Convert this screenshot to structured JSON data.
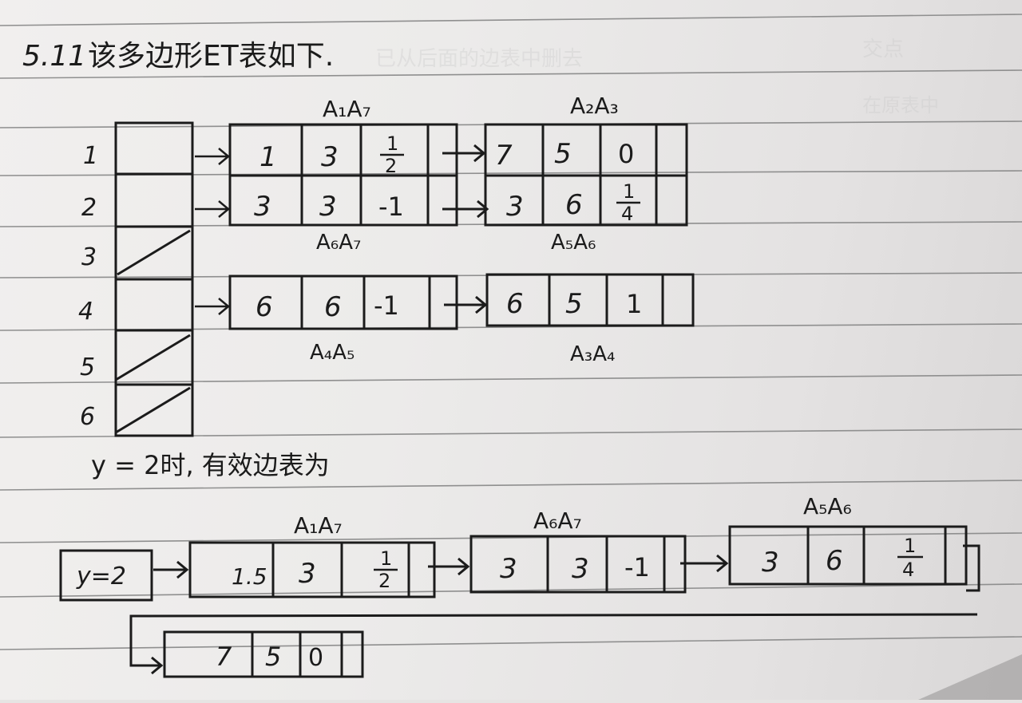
{
  "heading": {
    "number": "5.11",
    "text": "该多边形ET表如下."
  },
  "bleed_text": [
    "已从后面的边表中删去",
    "交点",
    "在原表中"
  ],
  "et_table": {
    "row_labels": [
      "1",
      "2",
      "3",
      "4",
      "5",
      "6"
    ],
    "empty_rows": [
      "3",
      "5",
      "6"
    ],
    "rows": [
      {
        "y": "1",
        "nodes": [
          {
            "top_label": "A₁A₇",
            "ymax": "1",
            "x": "3",
            "dx_num": "1",
            "dx_den": "2"
          },
          {
            "top_label": "A₂A₃",
            "ymax": "7",
            "x": "5",
            "dx": "0"
          }
        ]
      },
      {
        "y": "2",
        "nodes": [
          {
            "bottom_label": "A₆A₇",
            "ymax": "3",
            "x": "3",
            "dx": "-1"
          },
          {
            "bottom_label": "A₅A₆",
            "ymax": "3",
            "x": "6",
            "dx_num": "1",
            "dx_den": "4"
          }
        ]
      },
      {
        "y": "4",
        "nodes": [
          {
            "bottom_label": "A₄A₅",
            "ymax": "6",
            "x": "6",
            "dx": "-1"
          },
          {
            "bottom_label": "A₃A₄",
            "ymax": "6",
            "x": "5",
            "dx": "1"
          }
        ]
      }
    ]
  },
  "aet_caption": "y = 2时, 有效边表为",
  "aet": {
    "head_label": "y=2",
    "nodes": [
      {
        "top_label": "A₁A₇",
        "ymax": "1.5",
        "x": "3",
        "dx_num": "1",
        "dx_den": "2"
      },
      {
        "top_label": "A₆A₇",
        "ymax": "3",
        "x": "3",
        "dx": "-1"
      },
      {
        "top_label": "A₅A₆",
        "ymax": "3",
        "x": "6",
        "dx_num": "1",
        "dx_den": "4"
      },
      {
        "ymax": "7",
        "x": "5",
        "dx": "0"
      }
    ]
  },
  "colors": {
    "ink": "#1b1b1b",
    "rule": "#8c8c8c",
    "paper": "#efedec"
  }
}
